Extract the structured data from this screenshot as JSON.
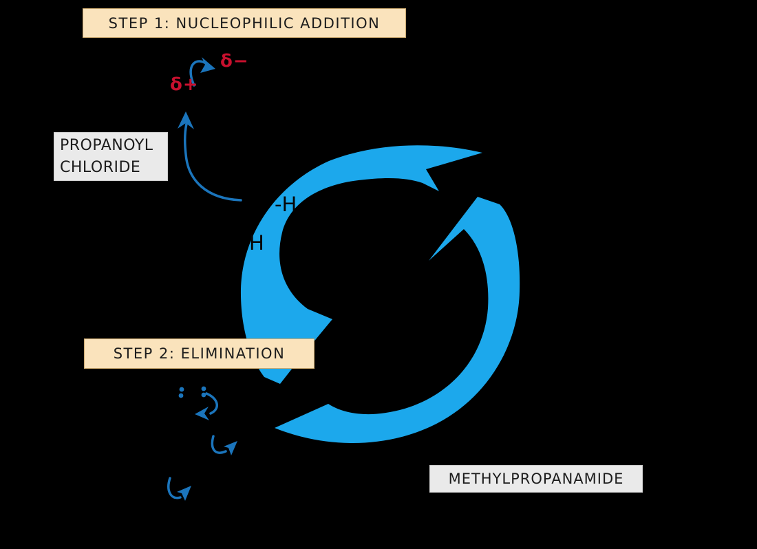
{
  "labels": {
    "step1": "STEP 1: NUCLEOPHILIC ADDITION",
    "step2": "STEP 2: ELIMINATION",
    "reactant_line1": "PROPANOYL",
    "reactant_line2": "CHLORIDE",
    "product": "METHYLPROPANAMIDE"
  },
  "annotations": {
    "delta_plus": "δ+",
    "delta_minus": "δ−",
    "nh_fragment": "-H",
    "h_fragment": "H"
  },
  "icons": {
    "cycle": "circular-arrows-icon",
    "curly_arrows": "curly-mechanism-arrow",
    "lone_pair": "lone-pair-dots"
  },
  "colors": {
    "bg": "#000000",
    "cycle-blue": "#1CA8EC",
    "arrow-blue": "#1B75BC",
    "delta-red": "#C8102E",
    "step-box-fill": "#FAE3BC",
    "step-box-border": "#CBA96F",
    "name-box-fill": "#EAEAEA",
    "name-box-border": "#CFCFCF",
    "ink": "#1C1C1C"
  }
}
